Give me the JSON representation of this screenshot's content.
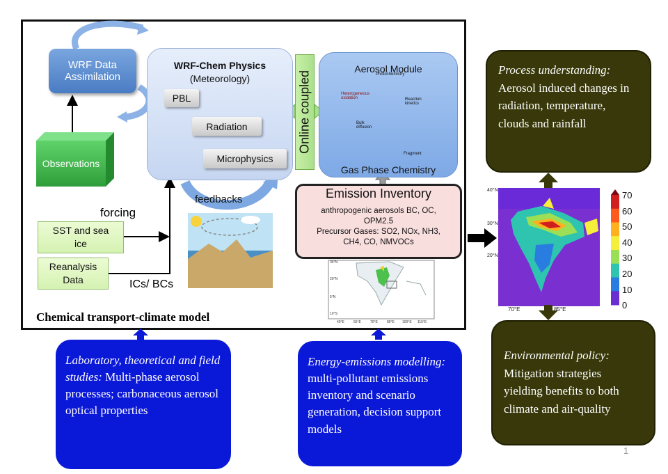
{
  "model": {
    "wrf_data_assimilation": "WRF Data Assimilation",
    "observations": "Observations",
    "physics_title": "WRF-Chem Physics",
    "physics_subtitle": "(Meteorology)",
    "pbl": "PBL",
    "radiation": "Radiation",
    "microphysics": "Microphysics",
    "feedbacks": "feedbacks",
    "online_coupled": "Online coupled",
    "aerosol_module": "Aerosol Module",
    "gas_phase": "Gas Phase Chemistry",
    "forcing": "forcing",
    "sst_line1": "SST and sea",
    "sst_line2": "ice",
    "reanalysis_line1": "Reanalysis",
    "reanalysis_line2": "Data",
    "ics_bcs": "ICs/ BCs",
    "chem_transport_title": "Chemical transport-climate model"
  },
  "emission": {
    "title": "Emission Inventory",
    "line1": "anthropogenic aerosols BC, OC,",
    "line2": "OPM2.5",
    "line3": "Precursor Gases: SO2, NOx, NH3,",
    "line4": "CH4, CO, NMVOCs"
  },
  "aerosol_inset": {
    "photochemistry": "Photochemistry",
    "heterogeneous": "Heterogeneous oxidation",
    "reaction_kinetics": "Reaction kinetics",
    "bulk_diffusion": "Bulk diffusion",
    "fragment": "Fragment"
  },
  "emission_map": {
    "lat_labels": [
      "35°N",
      "20°N",
      "5°N",
      "10°S"
    ],
    "lon_labels": [
      "40°E",
      "55°E",
      "70°E",
      "85°E",
      "100°E",
      "115°E"
    ]
  },
  "india_map": {
    "lat_labels": [
      "40°N",
      "30°N",
      "20°N"
    ],
    "lon_labels": [
      "70°E",
      "85°E"
    ],
    "colorbar_ticks": [
      "70",
      "60",
      "50",
      "40",
      "30",
      "20",
      "10",
      "0"
    ],
    "colorbar_colors": [
      "#7a0a14",
      "#d11e1e",
      "#ff5a1e",
      "#ffb01e",
      "#f5ee3a",
      "#9adf55",
      "#2ec4b0",
      "#2a7de0",
      "#6a2fd0"
    ]
  },
  "process": {
    "title": "Process understanding:",
    "body": "Aerosol induced changes in radiation, temperature, clouds and rainfall"
  },
  "policy": {
    "title": "Environmental policy:",
    "body": "Mitigation strategies yielding benefits to both climate and air-quality"
  },
  "lab": {
    "title": "Laboratory, theoretical and field studies:",
    "body": "Multi-phase aerosol processes; carbonaceous aerosol optical properties"
  },
  "energy": {
    "title": "Energy-emissions modelling:",
    "body": "multi-pollutant emissions inventory and scenario generation, decision support models"
  },
  "slide_number": "1",
  "colors": {
    "dark_box": "#38380a",
    "blue_box": "#0a18d8",
    "wrf_blue": "#4a7cc4",
    "observations_green": "#3cb84a"
  }
}
